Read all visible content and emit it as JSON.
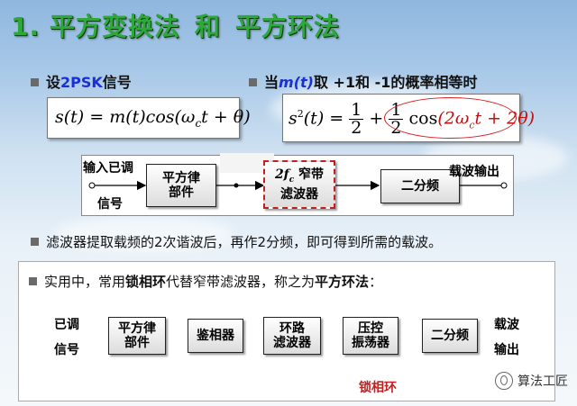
{
  "title": {
    "number": "1.",
    "part1": "平方变换法",
    "and": "和",
    "part2": "平方环法"
  },
  "bullets": {
    "b1": {
      "prefix": "设",
      "highlight": "2PSK",
      "suffix": "信号"
    },
    "b2": {
      "prefix": "当",
      "func": "m(t)",
      "middle": "取 +1和 -1的",
      "highlight": "概率相等",
      "suffix": "时"
    },
    "b3": "滤波器提取载频的2次谐波后，再作2分频，即可得到所需的载波。",
    "b4": {
      "prefix": "实用中，常用",
      "h1": "锁相环",
      "middle": "代替窄带滤波器，称之为",
      "h2": "平方环法",
      "suffix": "："
    }
  },
  "formula1": {
    "lhs": "s(t) = m(t)cos(ω",
    "sub": "c",
    "rhs": "t + θ)"
  },
  "formula2": {
    "lhs": "s",
    "sup": "2",
    "lhs2": "(t) =",
    "f1n": "1",
    "f1d": "2",
    "plus": "+",
    "f2n": "1",
    "f2d": "2",
    "cos": "cos",
    "inner": "(2ω",
    "inner_sub": "c",
    "inner2": "t + 2θ)"
  },
  "diagram1": {
    "input_label_1": "输入已调",
    "input_label_2": "信号",
    "block1": [
      "平方律",
      "部件"
    ],
    "block2_a": "2f",
    "block2_sub": "c",
    "block2_b": " 窄带",
    "block2_c": "滤波器",
    "block3": "二分频",
    "output_label": "载波输出"
  },
  "diagram2": {
    "input_label_1": "已调",
    "input_label_2": "信号",
    "block1": [
      "平方律",
      "部件"
    ],
    "block2": "鉴相器",
    "block3": [
      "环路",
      "滤波器"
    ],
    "block4": [
      "压控",
      "振荡器"
    ],
    "block5": "二分频",
    "output_label_1": "载波",
    "output_label_2": "输出",
    "pll_label": "锁相环"
  },
  "watermark": "算法工匠",
  "colors": {
    "title_green": "#2fa83a",
    "highlight_blue": "#1a2fd6",
    "pll_red": "#c02020",
    "feedback_blue": "#2233cc"
  }
}
